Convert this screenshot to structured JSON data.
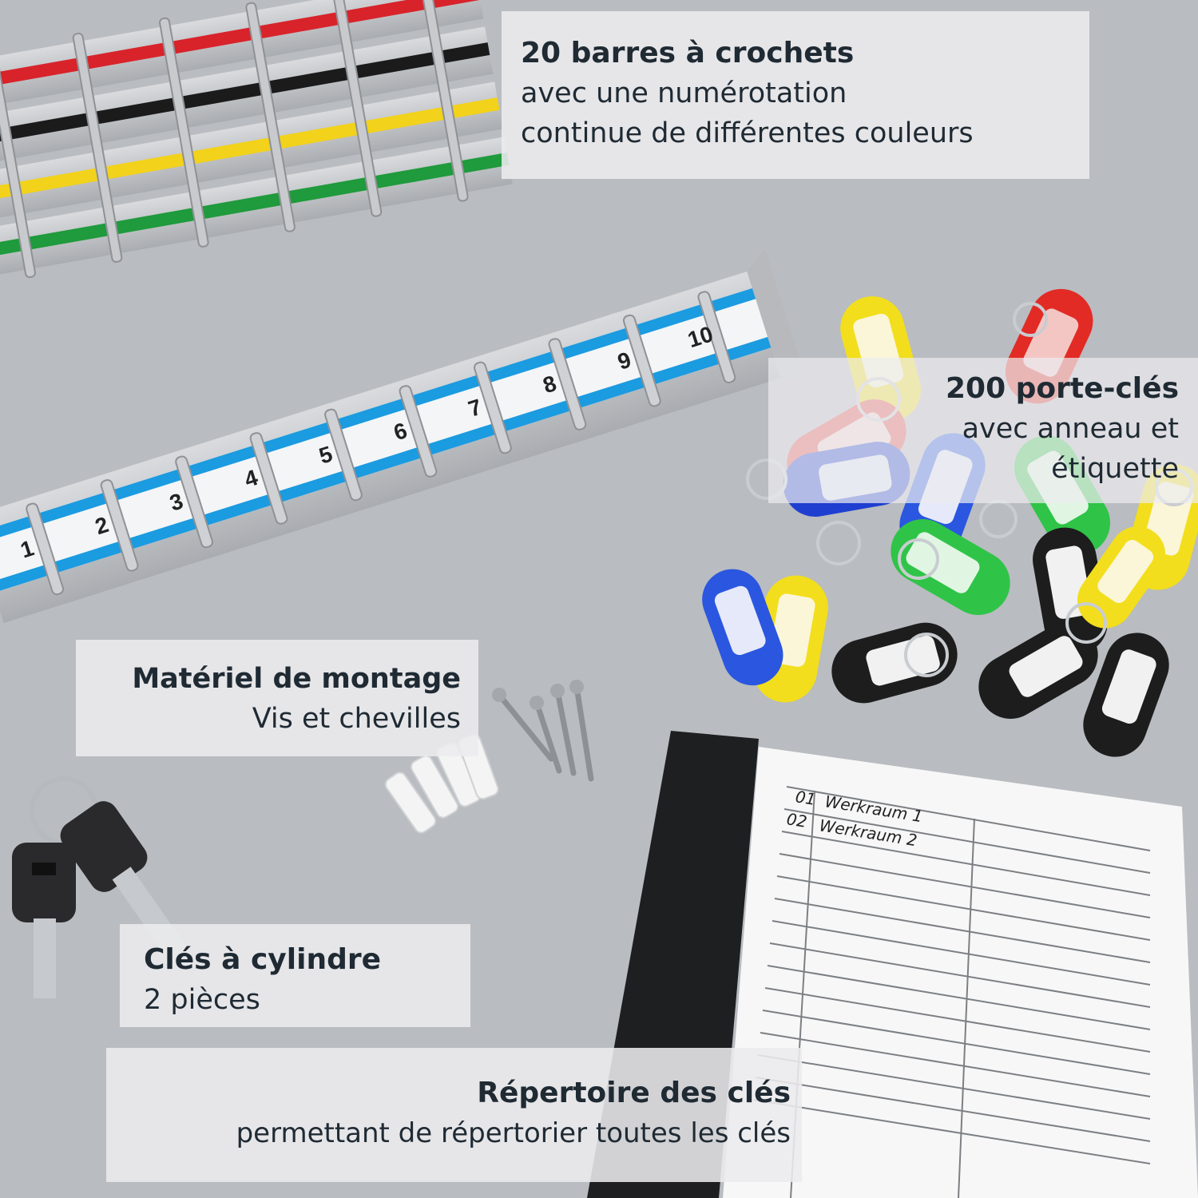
{
  "callouts": {
    "bars": {
      "title": "20 barres à crochets",
      "lines": [
        "avec une numérotation",
        "continue de différentes couleurs"
      ]
    },
    "tags": {
      "title": "200 porte-clés",
      "lines": [
        "avec anneau et",
        "étiquette"
      ]
    },
    "mounting": {
      "title": "Matériel de montage",
      "lines": [
        "Vis et chevilles"
      ]
    },
    "keys": {
      "title": "Clés à cylindre",
      "lines": [
        "2 pièces"
      ]
    },
    "directory": {
      "title": "Répertoire des clés",
      "lines": [
        "permettant de répertorier toutes les clés"
      ]
    }
  },
  "bar_numbers": [
    "1",
    "2",
    "3",
    "4",
    "5",
    "6",
    "7",
    "8",
    "9",
    "10"
  ],
  "directory_entries": [
    {
      "num": "01",
      "name": "Werkraum 1"
    },
    {
      "num": "02",
      "name": "Werkraum 2"
    }
  ],
  "colors": {
    "background": "#b9bcc0",
    "bar_red": "#d8232a",
    "bar_black": "#1b1b1b",
    "bar_yellow": "#f2d21a",
    "bar_green": "#1f9a3c",
    "bar_blue": "#1b9be0",
    "callout_text": "#1f2a33"
  }
}
